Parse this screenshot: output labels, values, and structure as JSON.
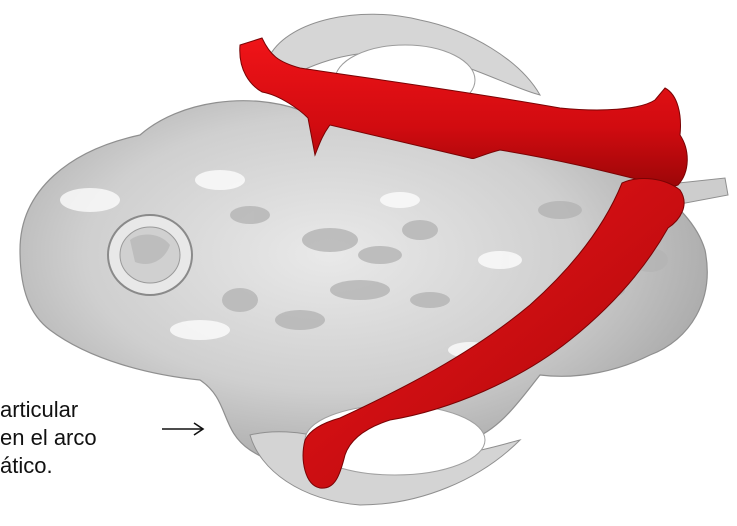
{
  "caption": {
    "line1": "articular",
    "line2": "en el arco",
    "line3": "ático."
  },
  "colors": {
    "background": "#ffffff",
    "skull": "#c8c8c8",
    "bone_highlight": "#d80f12",
    "text": "#111111"
  },
  "icons": {
    "pointer": "arrow-right-icon"
  }
}
